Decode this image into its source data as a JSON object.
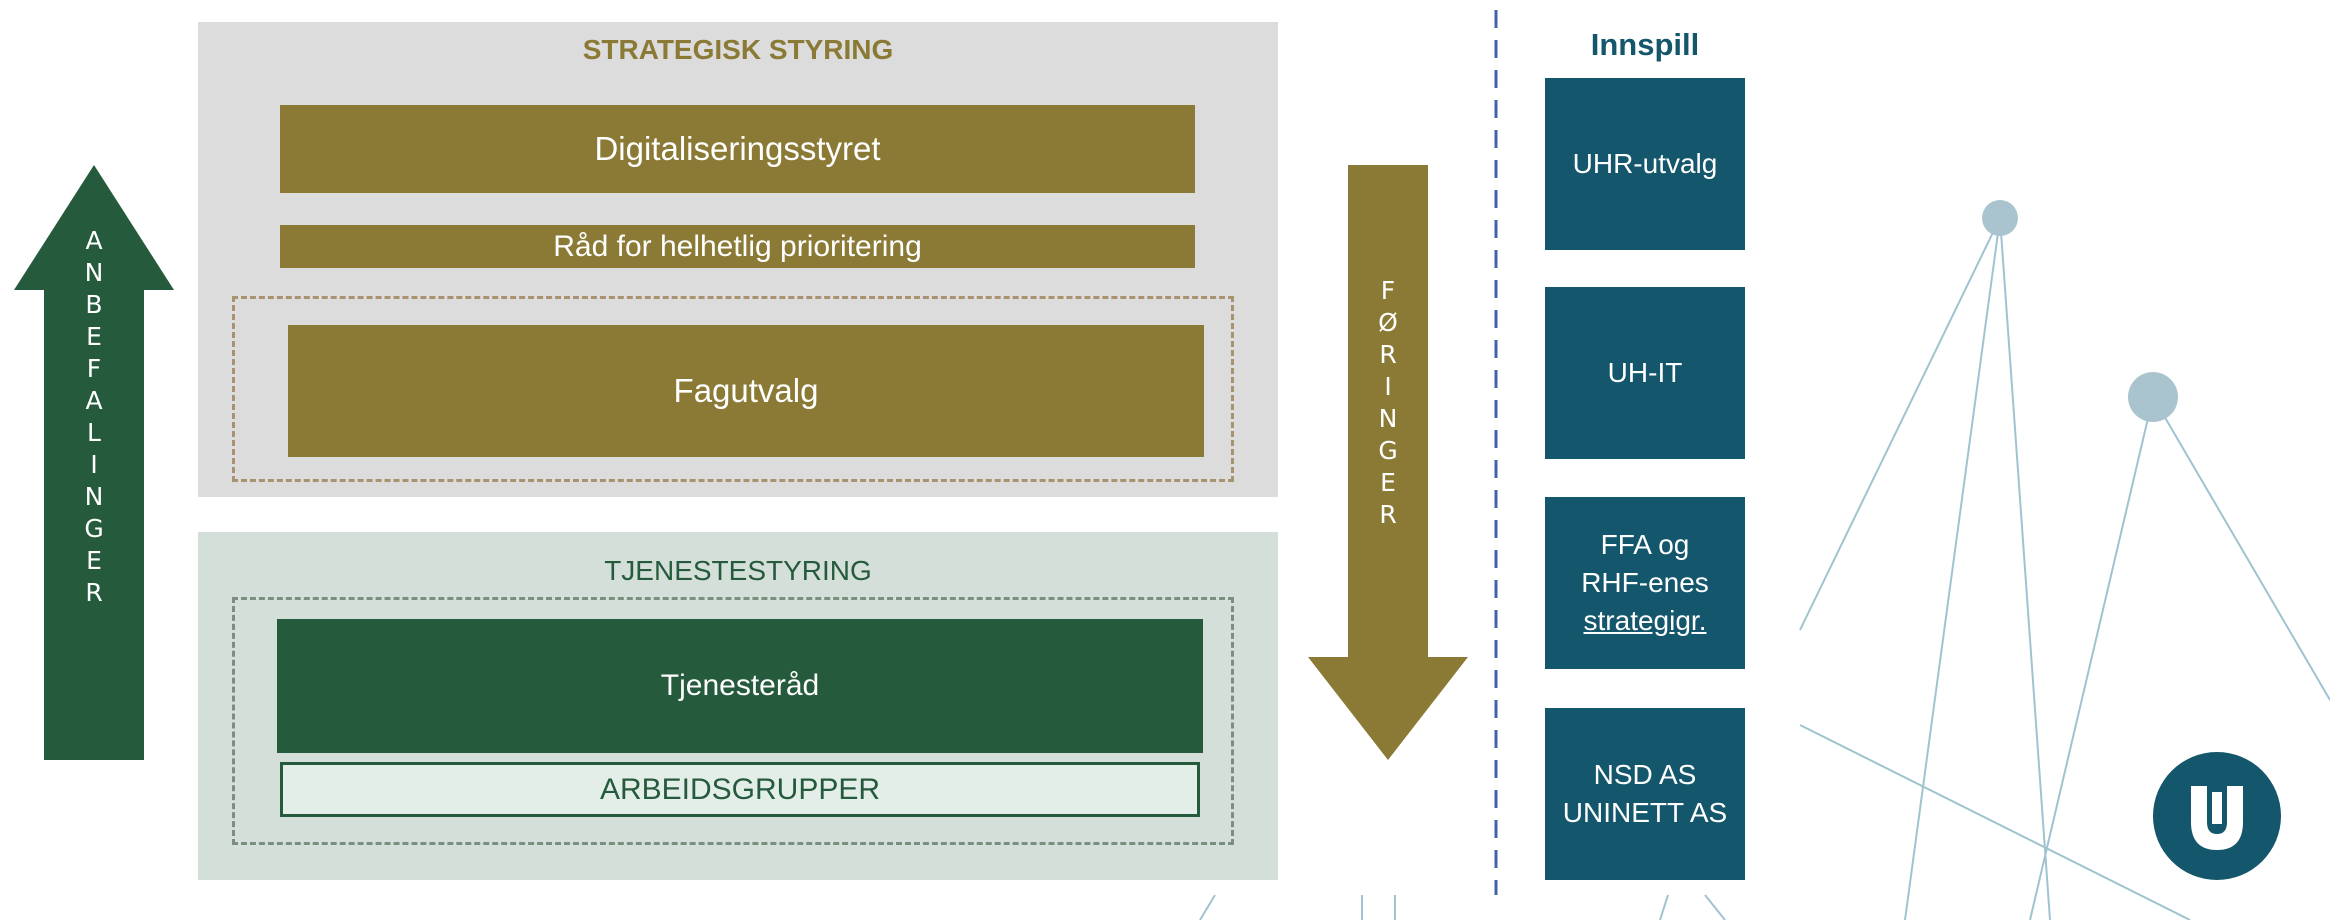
{
  "strategic": {
    "heading": "STRATEGISK STYRING",
    "digitalisering": "Digitaliseringsstyret",
    "rad": "Råd for helhetlig prioritering",
    "fagutvalg": "Fagutvalg"
  },
  "service": {
    "heading": "TJENESTESTYRING",
    "tjenesterad": "Tjenesteråd",
    "arbeidsgrupper": "ARBEIDSGRUPPER"
  },
  "arrows": {
    "up_letters": [
      "A",
      "N",
      "B",
      "E",
      "F",
      "A",
      "L",
      "I",
      "N",
      "G",
      "E",
      "R"
    ],
    "down_letters": [
      "F",
      "Ø",
      "R",
      "I",
      "N",
      "G",
      "E",
      "R"
    ]
  },
  "inputs": {
    "heading": "Innspill",
    "boxes": [
      {
        "lines": [
          "UHR-utvalg"
        ]
      },
      {
        "lines": [
          "UH-IT"
        ]
      },
      {
        "lines": [
          "FFA og",
          "RHF-enes",
          "strategigr."
        ]
      },
      {
        "lines": [
          "NSD AS",
          "UNINETT AS"
        ]
      }
    ]
  },
  "colors": {
    "gold": "#8b7a35",
    "dark_green": "#255a3c",
    "teal": "#14566b",
    "panel_grey": "#dcdcdc",
    "panel_green": "#d5dfd9"
  },
  "logo": {
    "icon": "u-logo-icon"
  }
}
